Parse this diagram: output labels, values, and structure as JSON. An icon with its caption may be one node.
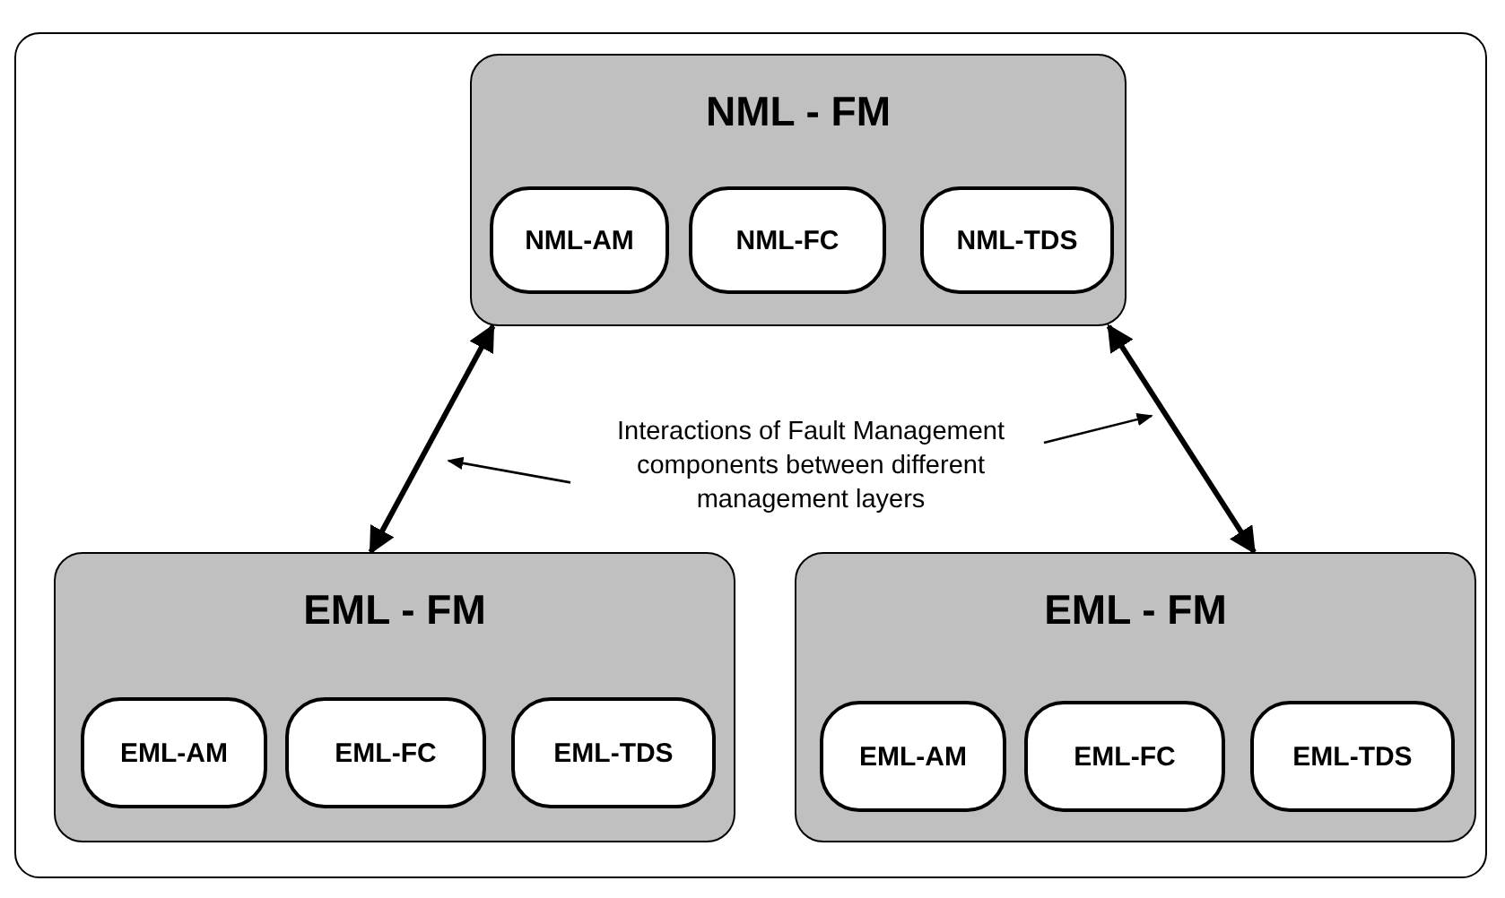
{
  "diagram": {
    "nodes": [
      {
        "text": [
          "NML - FM"
        ]
      },
      {
        "text": [
          "NML-AM"
        ],
        "in": 0
      },
      {
        "text": [
          "NML-FC"
        ],
        "in": 0
      },
      {
        "text": [
          "NML-TDS"
        ],
        "in": 0
      },
      {
        "text": [
          "EML - FM"
        ]
      },
      {
        "text": [
          "EML-AM"
        ],
        "in": 4
      },
      {
        "text": [
          "EML-FC"
        ],
        "in": 4
      },
      {
        "text": [
          "EML-TDS"
        ],
        "in": 4
      },
      {
        "text": [
          "EML - FM"
        ]
      },
      {
        "text": [
          "EML-AM"
        ],
        "in": 8
      },
      {
        "text": [
          "EML-FC"
        ],
        "in": 8
      },
      {
        "text": [
          "EML-TDS"
        ],
        "in": 8
      },
      {
        "text": [
          "Interactions of Fault Management components between different management layers"
        ]
      }
    ],
    "edges": [
      {
        "from": 0,
        "to": 4,
        "arrow": "both",
        "style": "thick"
      },
      {
        "from": 0,
        "to": 8,
        "arrow": "both",
        "style": "thick"
      },
      {
        "from": 12,
        "to": null,
        "arrow": "to"
      },
      {
        "from": 12,
        "to": null,
        "arrow": "to"
      }
    ]
  }
}
